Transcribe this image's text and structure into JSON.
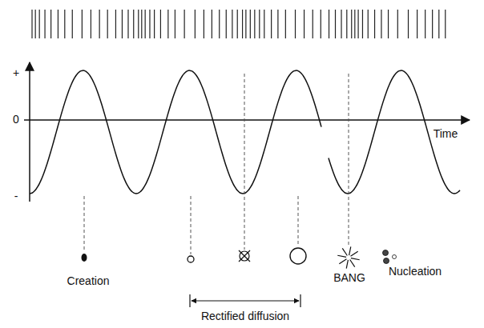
{
  "diagram": {
    "labels": [
      "+",
      "0",
      "-",
      "Time",
      "Creation",
      "Rectified diffusion",
      "BANG",
      "Nucleation"
    ]
  }
}
